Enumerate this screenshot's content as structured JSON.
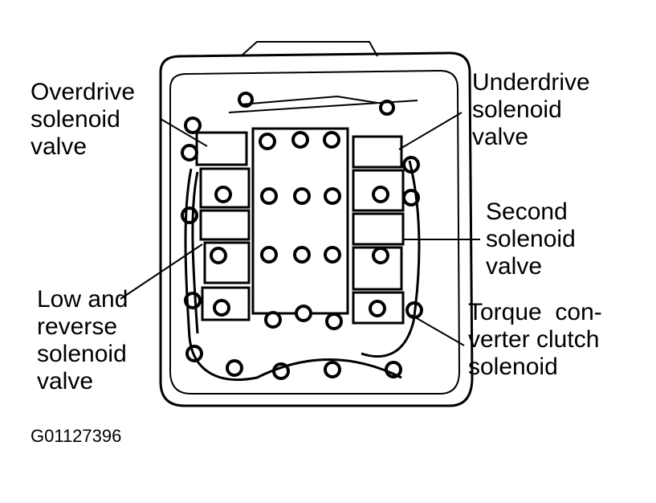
{
  "labels": {
    "overdrive": [
      "Overdrive",
      "solenoid",
      "valve"
    ],
    "underdrive": [
      "Underdrive",
      "solenoid",
      "valve"
    ],
    "second": [
      "Second",
      "solenoid",
      "valve"
    ],
    "low_reverse": [
      "Low and",
      "reverse",
      "solenoid",
      "valve"
    ],
    "torque": [
      "Torque  con-",
      "verter clutch",
      "solenoid"
    ]
  },
  "figure_code": "G01127396",
  "colors": {
    "ink": "#000000",
    "paper": "#ffffff"
  }
}
